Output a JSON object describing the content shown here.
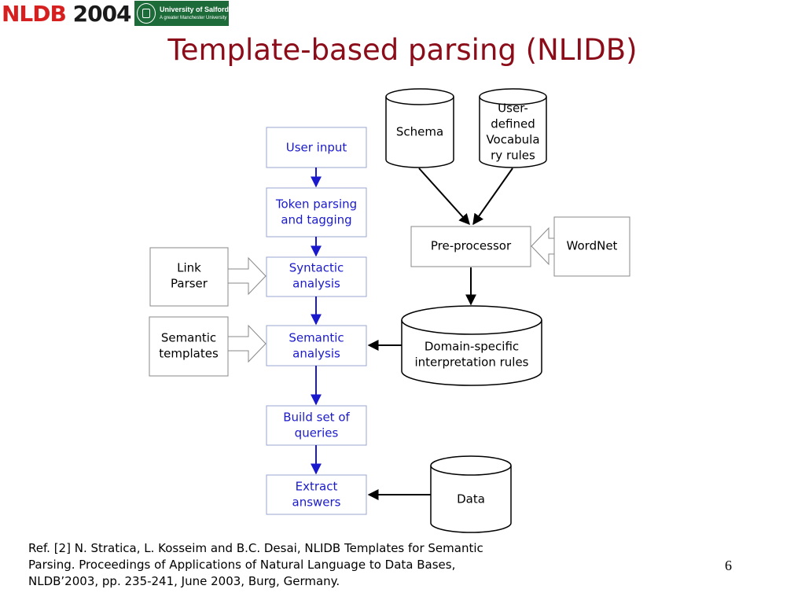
{
  "header": {
    "nldb_logo_prefix": "NLDB",
    "nldb_logo_year": "2004",
    "university_name": "University of Salford",
    "university_tagline": "A greater Manchester University"
  },
  "slide": {
    "title": "Template-based parsing (NLIDB)",
    "page_number": "6"
  },
  "colors": {
    "title": "#8b0d1a",
    "flow_text": "#1a1acc",
    "flow_border": "#9aa6cf",
    "flow_arrow": "#1a1acc",
    "side_border": "#888888"
  },
  "diagram": {
    "flow_steps": [
      {
        "id": "user-input",
        "lines": [
          "User input"
        ]
      },
      {
        "id": "token-parsing",
        "lines": [
          "Token parsing",
          "and tagging"
        ]
      },
      {
        "id": "syntactic-analysis",
        "lines": [
          "Syntactic",
          "analysis"
        ]
      },
      {
        "id": "semantic-analysis",
        "lines": [
          "Semantic",
          "analysis"
        ]
      },
      {
        "id": "build-queries",
        "lines": [
          "Build set of",
          "queries"
        ]
      },
      {
        "id": "extract-answers",
        "lines": [
          "Extract",
          "answers"
        ]
      }
    ],
    "side_inputs": [
      {
        "id": "link-parser",
        "lines": [
          "Link",
          "Parser"
        ]
      },
      {
        "id": "semantic-templates",
        "lines": [
          "Semantic",
          "templates"
        ]
      },
      {
        "id": "wordnet",
        "lines": [
          "WordNet"
        ]
      },
      {
        "id": "pre-processor",
        "lines": [
          "Pre-processor"
        ]
      }
    ],
    "databases": [
      {
        "id": "schema",
        "lines": [
          "Schema"
        ]
      },
      {
        "id": "vocabulary",
        "lines": [
          "User-",
          "defined",
          "Vocabula",
          "ry rules"
        ]
      },
      {
        "id": "domain-rules",
        "lines": [
          "Domain-specific",
          "interpretation rules"
        ]
      },
      {
        "id": "data",
        "lines": [
          "Data"
        ]
      }
    ]
  },
  "reference": {
    "lines": [
      "Ref. [2] N. Stratica, L. Kosseim and B.C. Desai, NLIDB Templates for Semantic",
      "Parsing. Proceedings of Applications of Natural Language to Data Bases,",
      "NLDB’2003, pp. 235-241, June 2003, Burg, Germany."
    ]
  }
}
